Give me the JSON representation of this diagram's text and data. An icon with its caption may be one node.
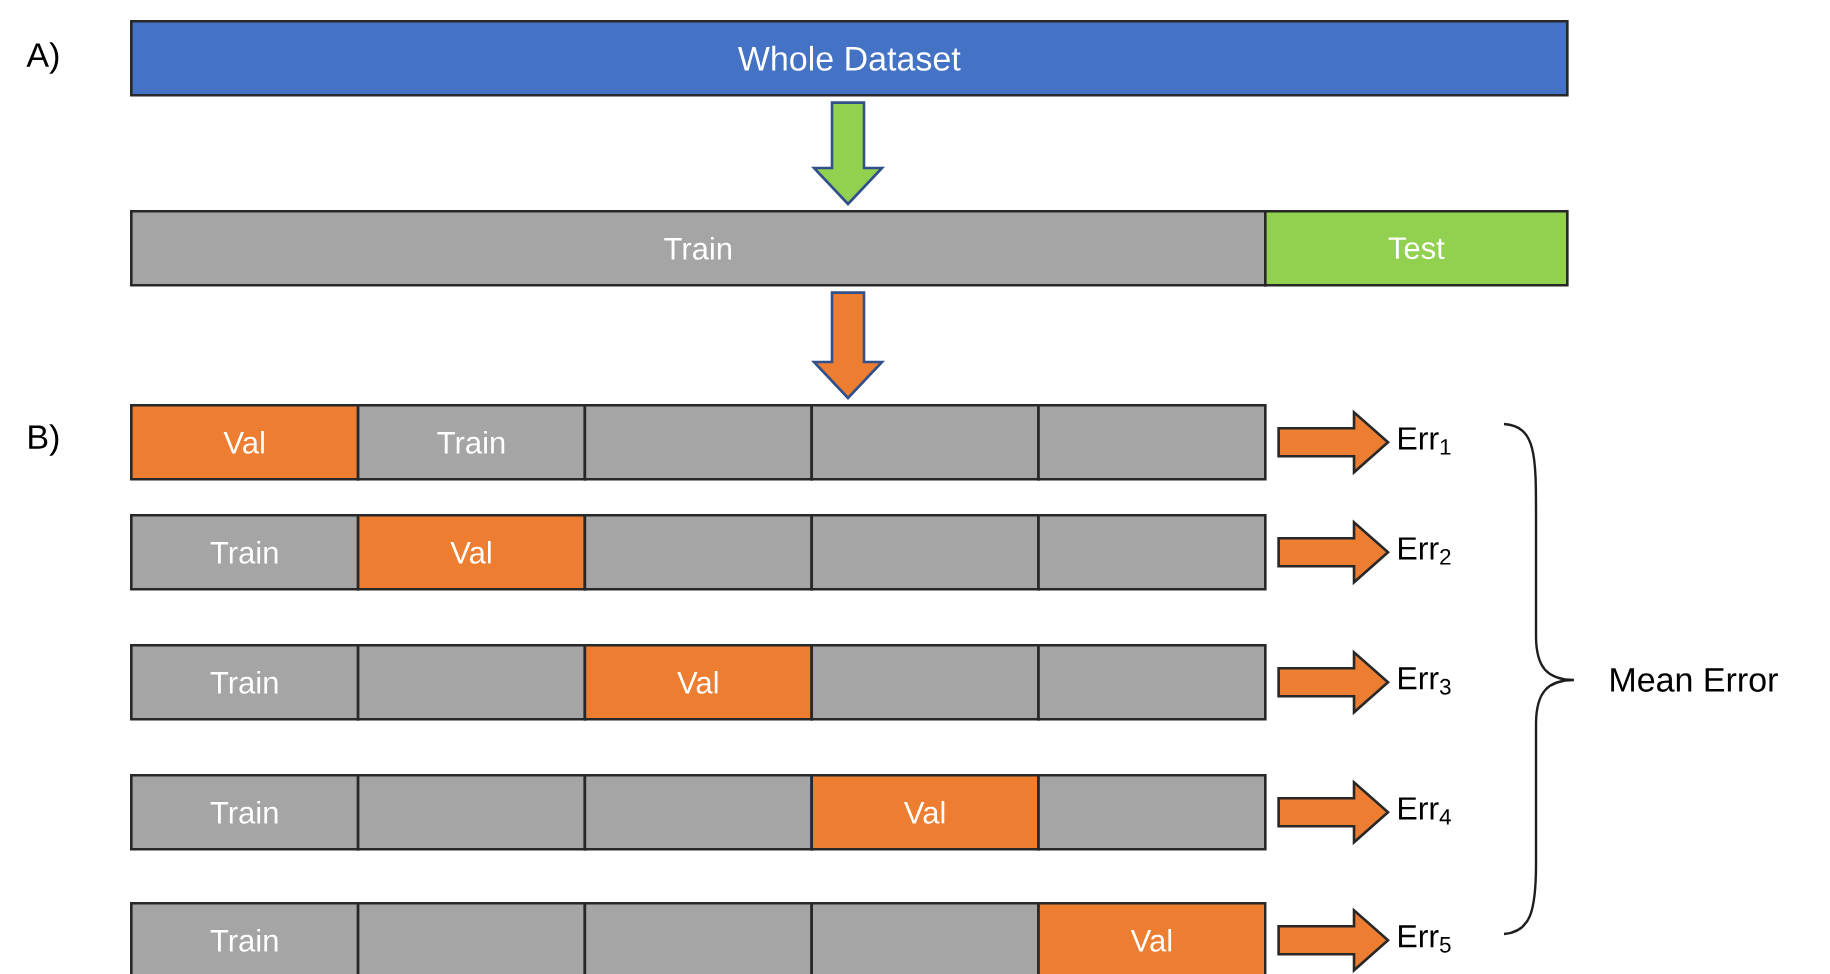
{
  "diagram": {
    "nodes": [
      {
        "text": [
          "Whole Dataset"
        ]
      },
      {
        "text": [
          "Train"
        ]
      },
      {
        "text": [
          "Test"
        ]
      },
      {
        "text": [
          "Val"
        ]
      },
      {
        "text": [
          "Train"
        ]
      },
      {
        "text": [],
        "shape": "box"
      },
      {
        "text": [],
        "shape": "box"
      },
      {
        "text": [],
        "shape": "box"
      },
      {
        "text": [
          "Err$_{1}$"
        ]
      },
      {
        "text": [
          "Train"
        ]
      },
      {
        "text": [
          "Val"
        ]
      },
      {
        "text": [],
        "shape": "box"
      },
      {
        "text": [],
        "shape": "box"
      },
      {
        "text": [],
        "shape": "box"
      },
      {
        "text": [
          "Err$_{2}$"
        ]
      },
      {
        "text": [
          "Train"
        ]
      },
      {
        "text": [],
        "shape": "box"
      },
      {
        "text": [
          "Val"
        ]
      },
      {
        "text": [],
        "shape": "box"
      },
      {
        "text": [],
        "shape": "box"
      },
      {
        "text": [
          "Err$_{3}$"
        ]
      },
      {
        "text": [
          "Train"
        ]
      },
      {
        "text": [],
        "shape": "box"
      },
      {
        "text": [],
        "shape": "box"
      },
      {
        "text": [
          "Val"
        ]
      },
      {
        "text": [],
        "shape": "box"
      },
      {
        "text": [
          "Err$_{4}$"
        ]
      },
      {
        "text": [
          "Train"
        ]
      },
      {
        "text": [],
        "shape": "box"
      },
      {
        "text": [],
        "shape": "box"
      },
      {
        "text": [],
        "shape": "box"
      },
      {
        "text": [
          "Val"
        ]
      },
      {
        "text": [
          "Err$_{5}$"
        ]
      }
    ],
    "edges": [
      {
        "from": 0,
        "to": 1,
        "arrow": "to",
        "color": "#92d050"
      },
      {
        "from": 1,
        "to": 6,
        "arrow": "to"
      },
      {
        "from": 7,
        "to": 8,
        "arrow": "to"
      },
      {
        "from": 13,
        "to": 14,
        "arrow": "to"
      },
      {
        "from": 19,
        "to": 20,
        "arrow": "to"
      },
      {
        "from": 25,
        "to": 26,
        "arrow": "to"
      },
      {
        "from": 31,
        "to": 32,
        "arrow": "to"
      }
    ],
    "labels": [
      "A)",
      "B)",
      "Mean Error"
    ]
  }
}
